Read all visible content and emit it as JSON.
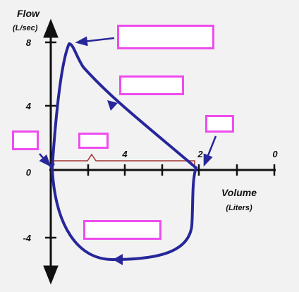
{
  "y_axis": {
    "title": "Flow",
    "unit": "(L/sec)",
    "ticks": [
      {
        "label": "8",
        "value": 8
      },
      {
        "label": "4",
        "value": 4
      },
      {
        "label": "0",
        "value": 0
      },
      {
        "label": "-4",
        "value": -4
      }
    ]
  },
  "x_axis": {
    "title": "Volume",
    "unit": "(Liters)",
    "ticks": [
      {
        "label": "4",
        "value": 4
      },
      {
        "label": "2",
        "value": 2
      },
      {
        "label": "0",
        "value": 0
      }
    ]
  },
  "colors": {
    "loop": "#27279a",
    "axis": "#111111",
    "bracket": "#a33333",
    "label_border": "#ee4cee"
  },
  "blank_labels": [
    {
      "id": "peak-expiratory-flow",
      "text": ""
    },
    {
      "id": "expiration-curve",
      "text": ""
    },
    {
      "id": "residual-volume",
      "text": ""
    },
    {
      "id": "total-lung-capacity",
      "text": ""
    },
    {
      "id": "vital-capacity",
      "text": ""
    },
    {
      "id": "inspiration-curve",
      "text": ""
    }
  ]
}
